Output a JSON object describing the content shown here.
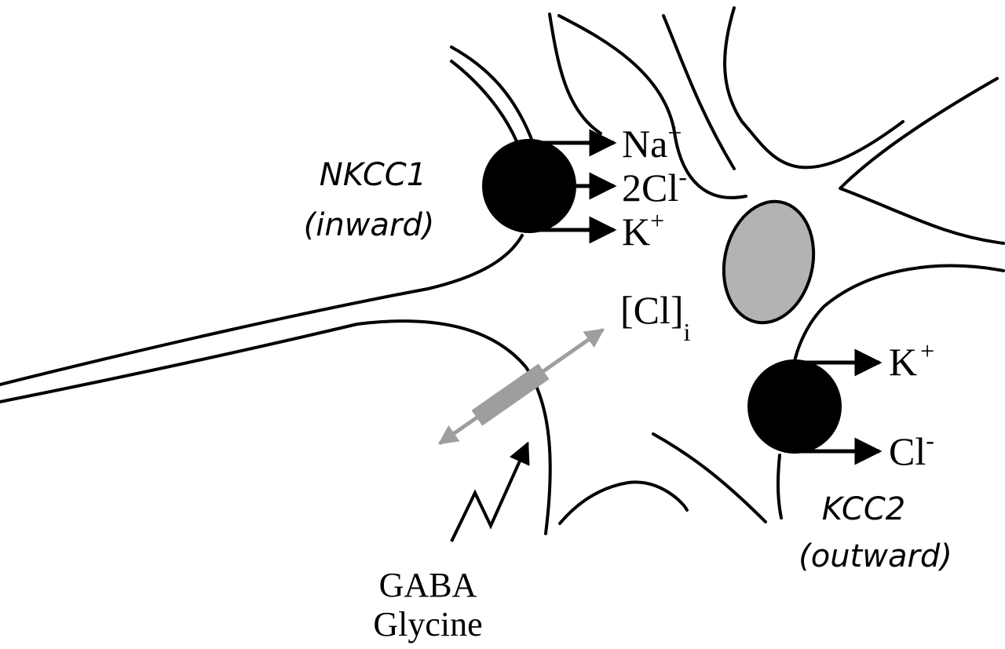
{
  "colors": {
    "ink": "#000000",
    "nucleus": "#b3b3b3",
    "channel": "#9e9e9e",
    "background": "#ffffff"
  },
  "nkcc1": {
    "name": "NKCC1",
    "direction": "(inward)",
    "ions": [
      {
        "symbol": "Na",
        "charge": "+"
      },
      {
        "symbol": "2Cl",
        "charge": "-"
      },
      {
        "symbol": "K",
        "charge": "+"
      }
    ]
  },
  "kcc2": {
    "name": "KCC2",
    "direction": "(outward)",
    "ions": [
      {
        "symbol": "K",
        "charge": "+"
      },
      {
        "symbol": "Cl",
        "charge": "-"
      }
    ]
  },
  "intracellular_chloride": {
    "text": "[Cl]",
    "subscript": "i"
  },
  "ligands": {
    "line1": "GABA",
    "line2": "Glycine"
  }
}
